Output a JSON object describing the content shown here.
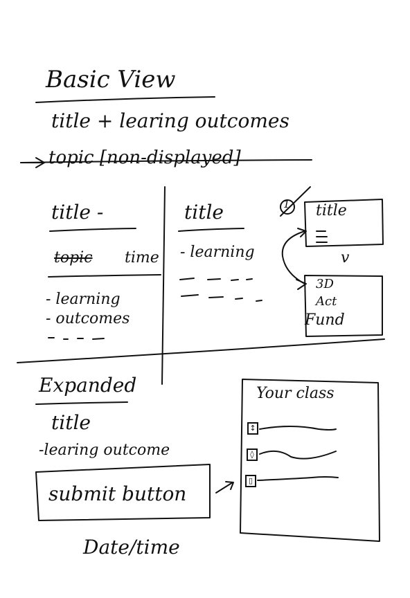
{
  "basic": {
    "heading": "Basic View",
    "subtitle": "title + learing outcomes",
    "struck_item": "topic [non-displayed]"
  },
  "col1": {
    "title": "title -",
    "struck_word": "topic",
    "time_label": "time",
    "items": [
      "- learning",
      "- outcomes"
    ]
  },
  "col2": {
    "title": "title",
    "items": [
      "- learning"
    ]
  },
  "card": {
    "title": "title",
    "badge": "1",
    "chevron": "v",
    "actions": [
      "3D",
      "Act",
      "Fund"
    ]
  },
  "expanded": {
    "heading": "Expanded",
    "title": "title",
    "outcome": "-learing outcome",
    "submit_label": "submit button",
    "datetime": "Date/time"
  },
  "classes": {
    "title": "Your class",
    "items": [
      {
        "icon": "↕"
      },
      {
        "icon": "◊"
      },
      {
        "icon": "▯"
      }
    ]
  }
}
